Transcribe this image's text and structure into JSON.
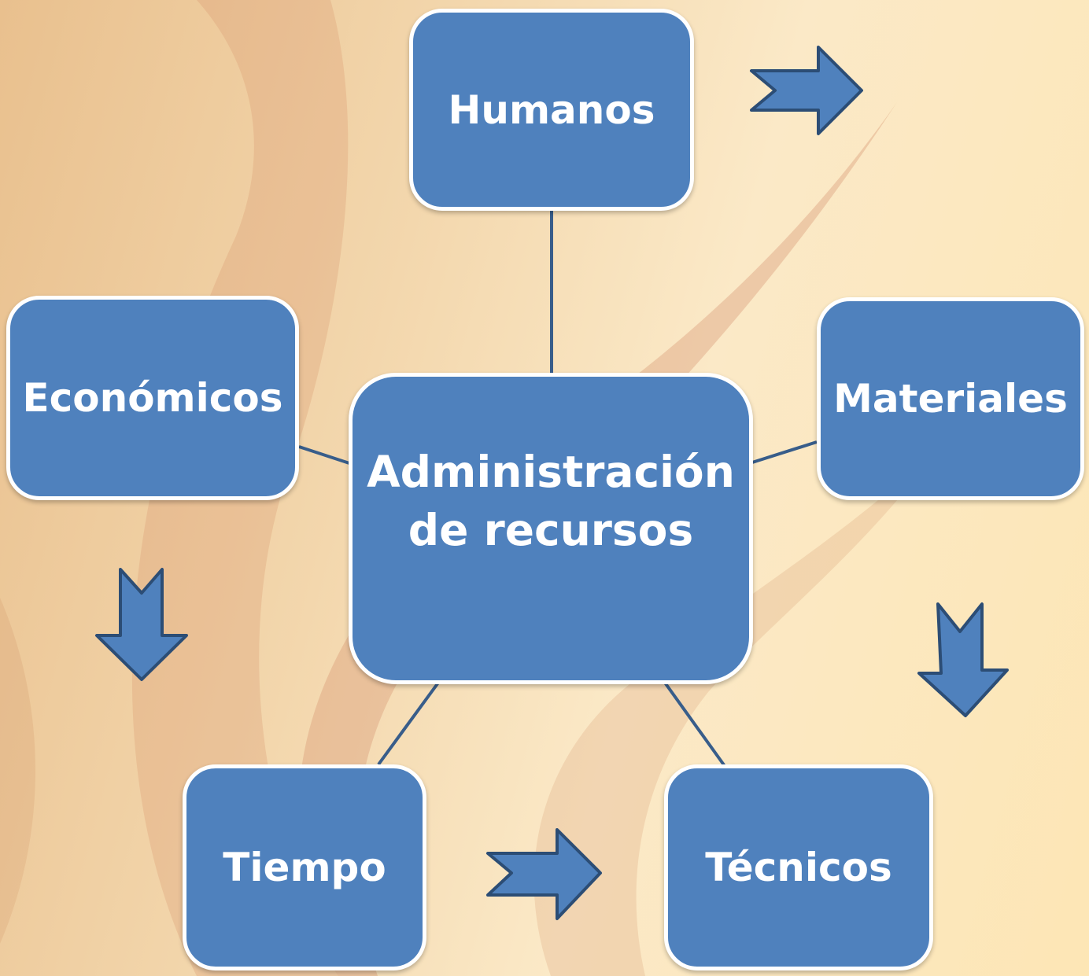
{
  "diagram": {
    "center": {
      "line1": "Administración",
      "line2": "de recursos"
    },
    "nodes": {
      "humanos": "Humanos",
      "economicos": "Económicos",
      "materiales": "Materiales",
      "tiempo": "Tiempo",
      "tecnicos": "Técnicos"
    }
  },
  "colors": {
    "node_fill": "#4f81bd",
    "node_border": "#ffffff",
    "connector": "#385d8a",
    "arrow_fill": "#4f81bd",
    "arrow_stroke": "#2c4d75"
  }
}
